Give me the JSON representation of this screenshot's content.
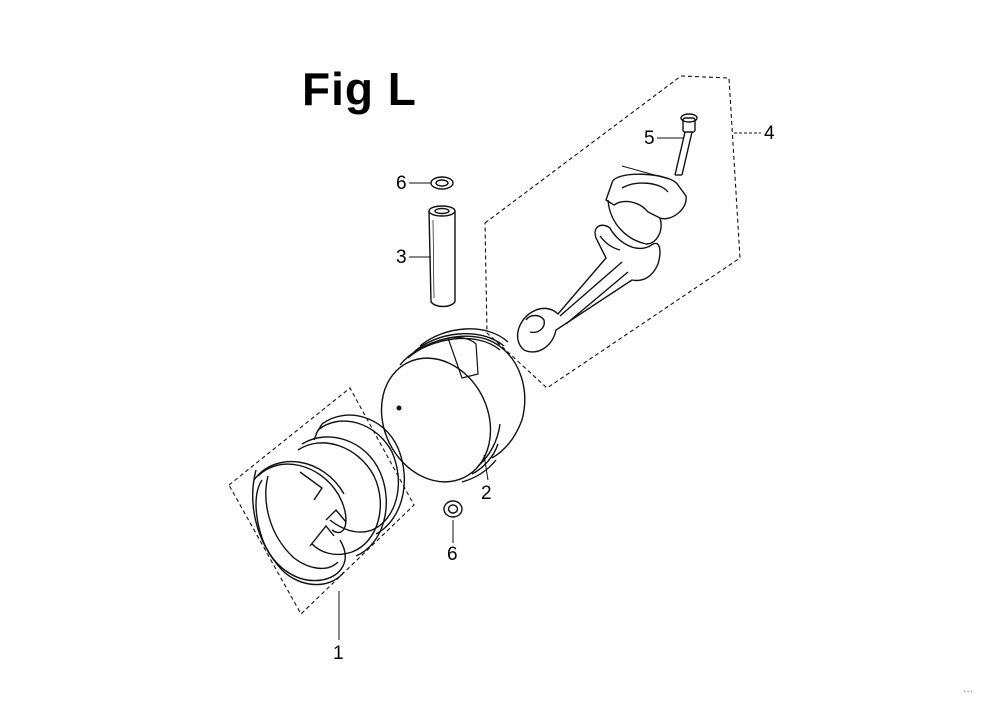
{
  "title": "Fig L",
  "callouts": {
    "c1": "1",
    "c2": "2",
    "c3": "3",
    "c4": "4",
    "c5": "5",
    "c6_top": "6",
    "c6_bottom": "6"
  },
  "parts": [
    {
      "ref": "1",
      "item": "piston-ring-set"
    },
    {
      "ref": "2",
      "item": "piston"
    },
    {
      "ref": "3",
      "item": "piston-pin"
    },
    {
      "ref": "4",
      "item": "connecting-rod-assembly"
    },
    {
      "ref": "5",
      "item": "connecting-rod-bolt"
    },
    {
      "ref": "6",
      "item": "piston-pin-clip"
    }
  ],
  "page_code": "..."
}
